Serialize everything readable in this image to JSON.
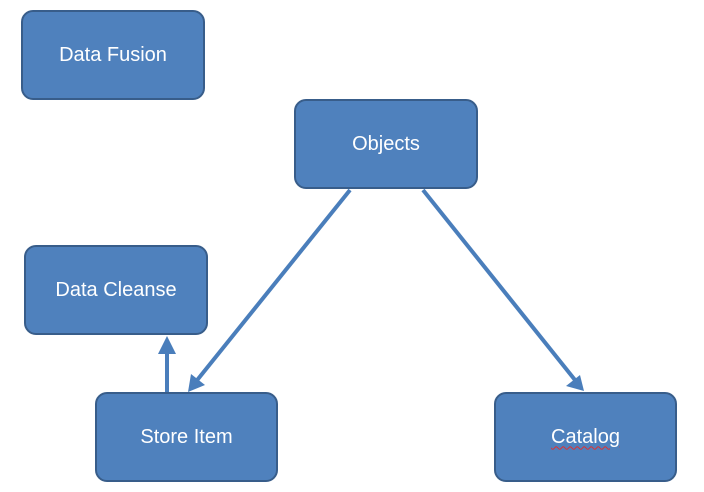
{
  "diagram": {
    "nodes": {
      "data_fusion": "Data Fusion",
      "objects": "Objects",
      "data_cleanse": "Data Cleanse",
      "store_item": "Store Item",
      "catalog": "Catalog"
    },
    "edges": [
      {
        "from": "Objects",
        "to": "Store Item"
      },
      {
        "from": "Objects",
        "to": "Catalog"
      },
      {
        "from": "Store Item",
        "to": "Data Cleanse"
      }
    ],
    "colors": {
      "node_fill": "#4f81bd",
      "node_border": "#385d8a",
      "arrow": "#4a7ebb",
      "text": "#ffffff"
    }
  }
}
